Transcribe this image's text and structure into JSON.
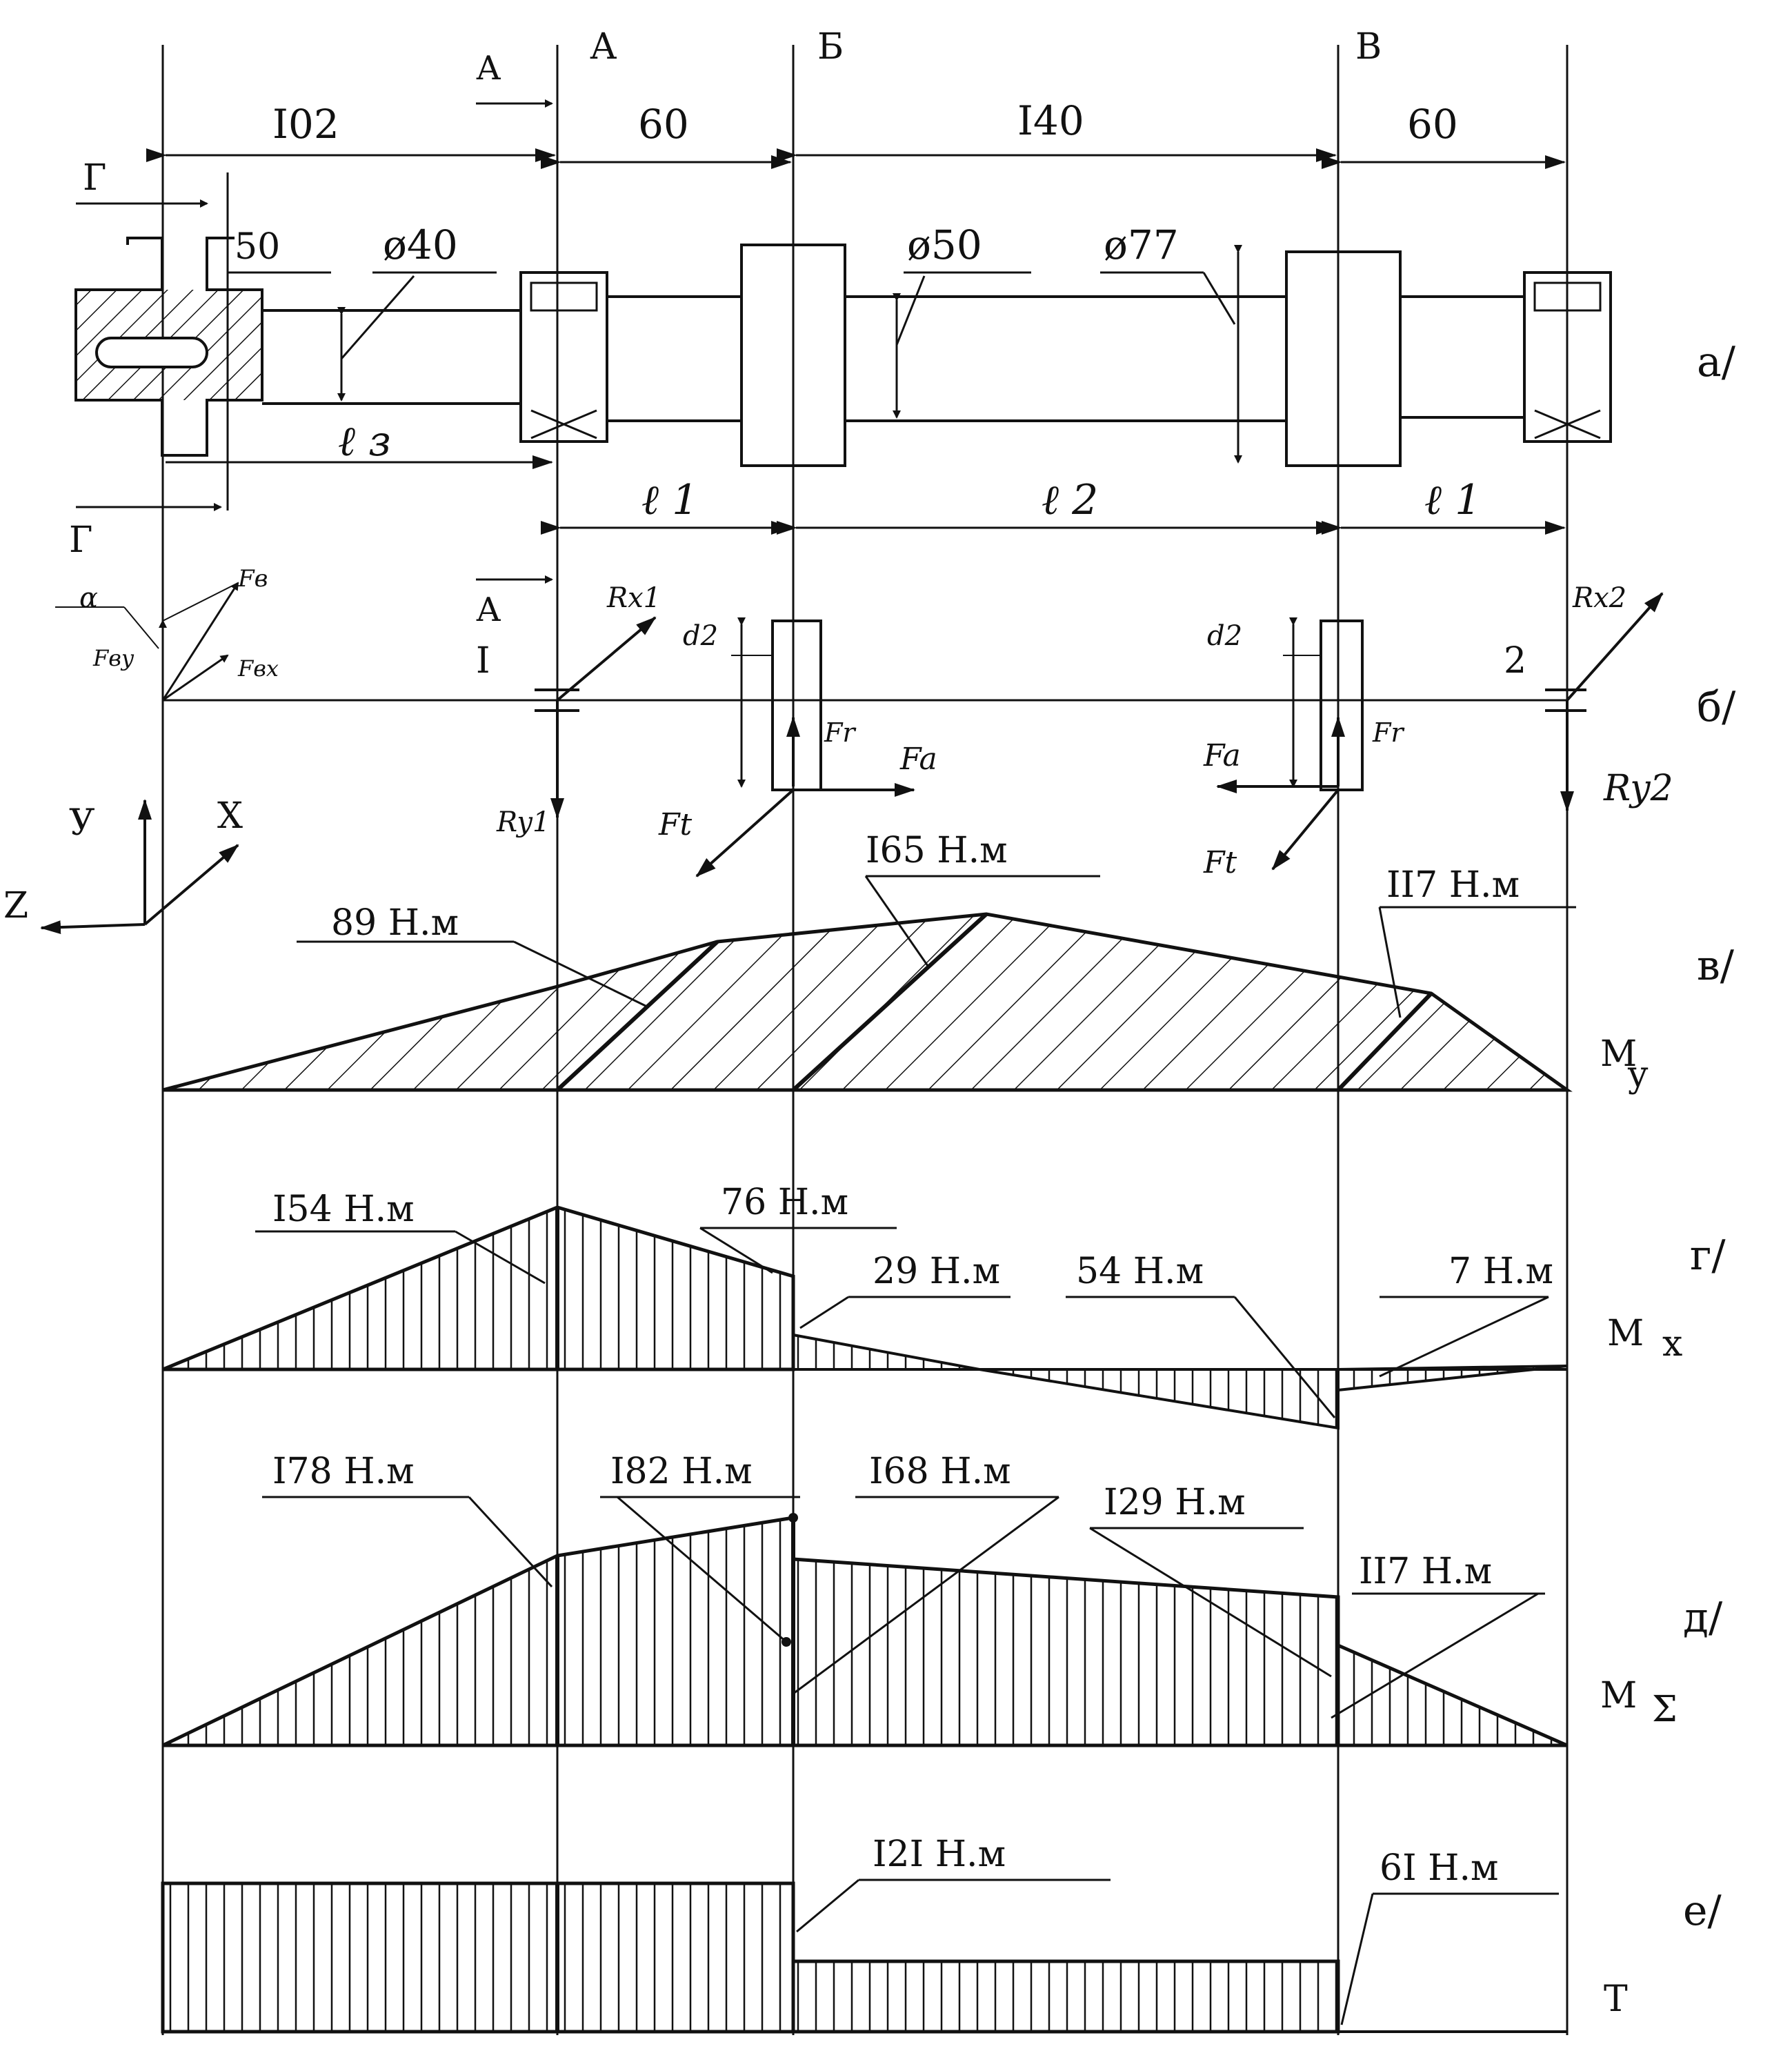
{
  "sections": {
    "top_a": "А",
    "top_a2": "А",
    "top_b": "Б",
    "top_v": "В",
    "cut_a1": "А",
    "cut_a2": "А",
    "cut_g1": "Г",
    "cut_g2": "Г"
  },
  "dimensions": {
    "d102": "I02",
    "d60a": "60",
    "d140": "I40",
    "d60b": "60",
    "d50": "50",
    "phi40": "ø40",
    "phi50": "ø50",
    "phi77": "ø77",
    "l3": "ℓ з",
    "l1a": "ℓ 1",
    "l2": "ℓ 2",
    "l1b": "ℓ 1"
  },
  "forces": {
    "Fb": "Fв",
    "Fby": "Fву",
    "Fbx": "Fвх",
    "alpha": "α",
    "Rx1": "Rx1",
    "Ry1": "Ry1",
    "Rx2": "Rx2",
    "Ry2": "Ry2",
    "support1": "I",
    "support2": "2",
    "d2a": "d2",
    "d2b": "d2",
    "Fr1": "Fr",
    "Fa1": "Fa",
    "Ft1": "Ft",
    "Fr2": "Fr",
    "Fa2": "Fa",
    "Ft2": "Ft"
  },
  "axes": {
    "y": "У",
    "x": "X",
    "z": "Z"
  },
  "panels": {
    "a": "а/",
    "b": "б/",
    "v": "в/",
    "g": "г/",
    "d": "д/",
    "e": "е/"
  },
  "diagram_labels": {
    "My": "M",
    "My_sub": "y",
    "Mx": "M",
    "Mx_sub": "x",
    "Msum": "M",
    "Msum_sub": "Σ",
    "T": "T"
  },
  "moments": {
    "v_89": "89 Н.м",
    "v_165": "I65 Н.м",
    "v_117": "II7 Н.м",
    "g_154": "I54 Н.м",
    "g_76": "76 Н.м",
    "g_29": "29 Н.м",
    "g_54": "54 Н.м",
    "g_7": "7 Н.м",
    "d_178": "I78 Н.м",
    "d_182": "I82 Н.м",
    "d_168": "I68 Н.м",
    "d_129": "I29 Н.м",
    "d_117": "II7 Н.м",
    "e_121": "I2I Н.м",
    "e_61": "6I Н.м"
  }
}
